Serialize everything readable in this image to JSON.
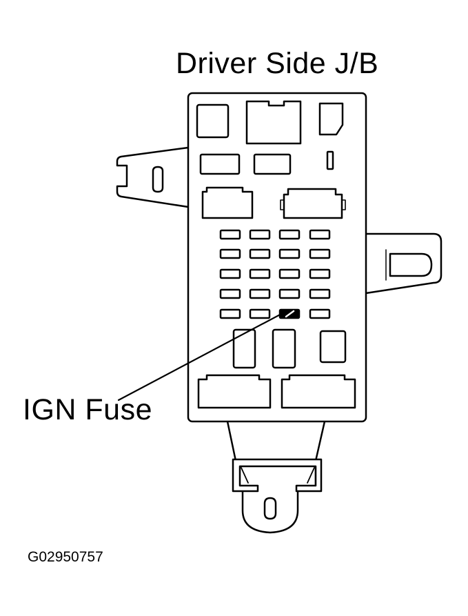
{
  "diagram": {
    "title": "Driver Side J/B",
    "callout_label": "IGN Fuse",
    "figure_code": "G02950757",
    "stroke_color": "#000000",
    "fill_color": "#ffffff",
    "fuse_grid": {
      "rows": 5,
      "columns": 4,
      "highlighted": {
        "row": 5,
        "column": 3
      }
    }
  }
}
